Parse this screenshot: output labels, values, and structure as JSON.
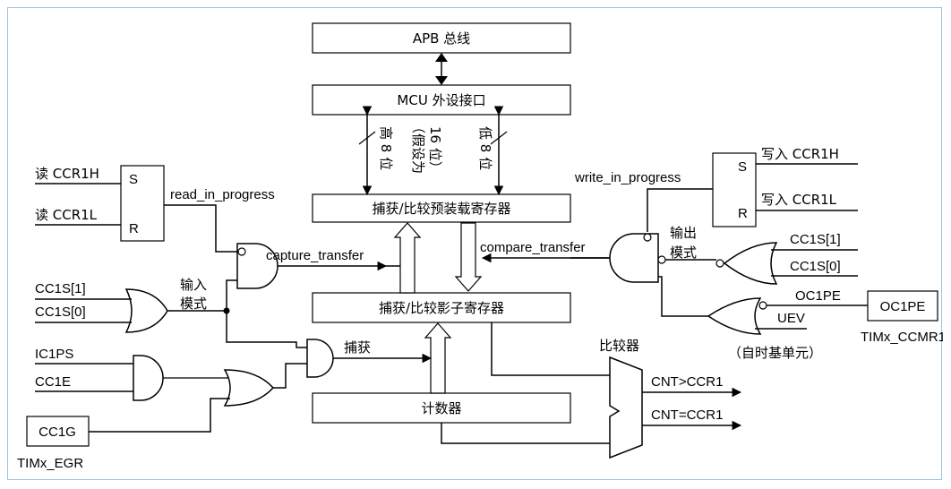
{
  "blocks": {
    "apb_bus": "APB 总线",
    "mcu_interface": "MCU 外设接口",
    "preload_register": "捕获/比较预装载寄存器",
    "shadow_register": "捕获/比较影子寄存器",
    "counter": "计数器",
    "comparator": "比较器"
  },
  "bus_labels": {
    "high8": "高 8 位",
    "assume16_a": "（假设为",
    "assume16_b": "16 位）",
    "low8": "低 8 位"
  },
  "signals": {
    "read_ccr1h": "读 CCR1H",
    "read_ccr1l": "读 CCR1L",
    "s": "S",
    "r": "R",
    "read_in_progress": "read_in_progress",
    "capture_transfer": "capture_transfer",
    "cc1s1": "CC1S[1]",
    "cc1s0": "CC1S[0]",
    "input_mode_a": "输入",
    "input_mode_b": "模式",
    "ic1ps": "IC1PS",
    "cc1e": "CC1E",
    "capture": "捕获",
    "cc1g": "CC1G",
    "timx_egr": "TIMx_EGR",
    "write_in_progress": "write_in_progress",
    "write_ccr1h": "写入 CCR1H",
    "write_ccr1l": "写入 CCR1L",
    "compare_transfer": "compare_transfer",
    "output_mode_a": "输出",
    "output_mode_b": "模式",
    "oc1pe": "OC1PE",
    "uev": "UEV",
    "from_timebase": "（自时基单元）",
    "timx_ccmr1": "TIMx_CCMR1",
    "cnt_gt": "CNT>CCR1",
    "cnt_eq": "CNT=CCR1"
  }
}
